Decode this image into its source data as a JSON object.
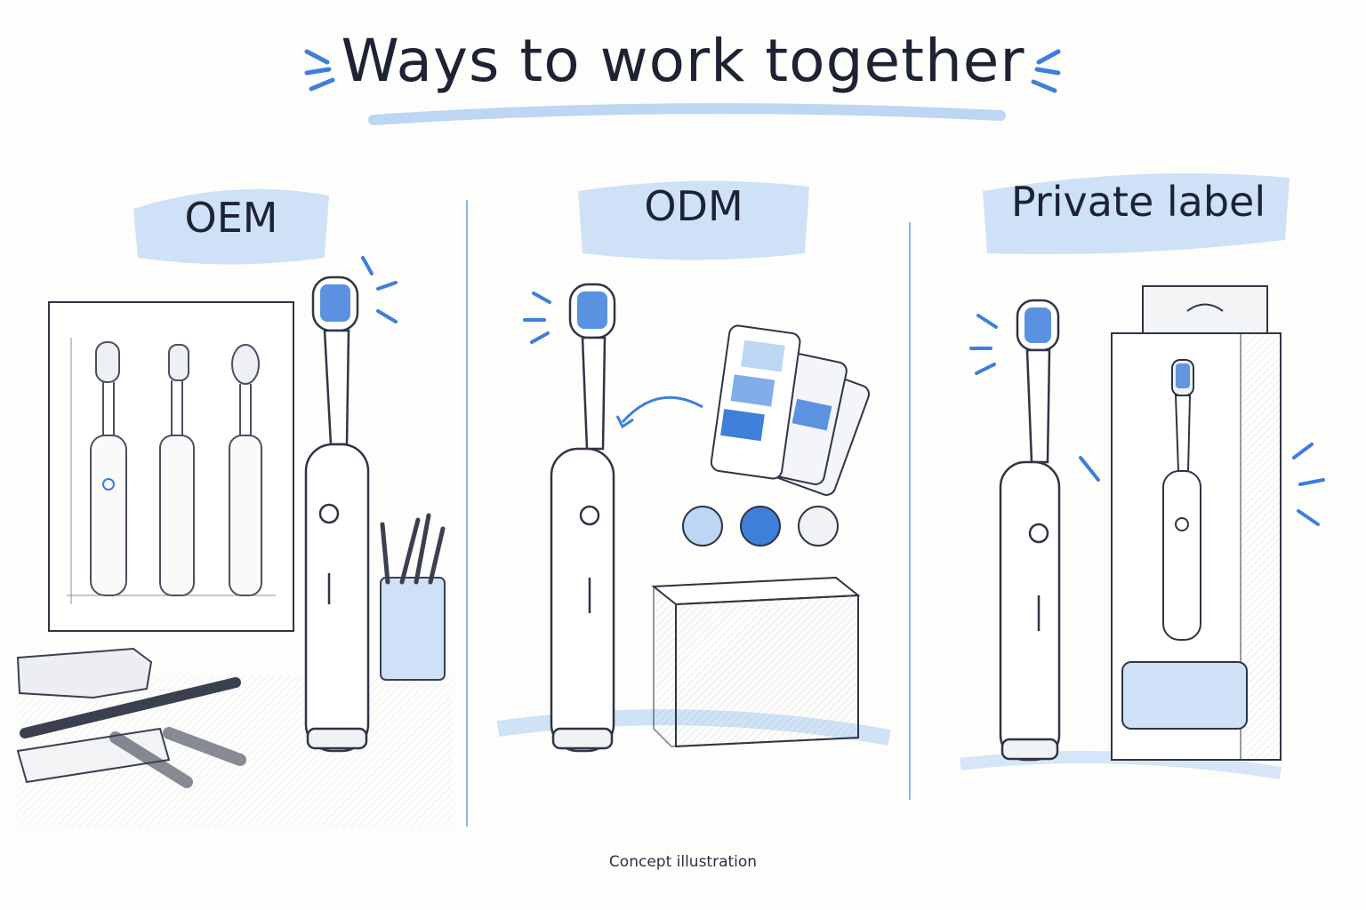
{
  "title": "Ways to work together",
  "panels": [
    {
      "label": "OEM"
    },
    {
      "label": "ODM"
    },
    {
      "label": "Private label"
    }
  ],
  "caption": "Concept illustration",
  "colors": {
    "accent": "#3d7fd9",
    "accent_light": "#bcd6f3",
    "ink": "#1d2333",
    "paper": "#fdfdfc"
  }
}
